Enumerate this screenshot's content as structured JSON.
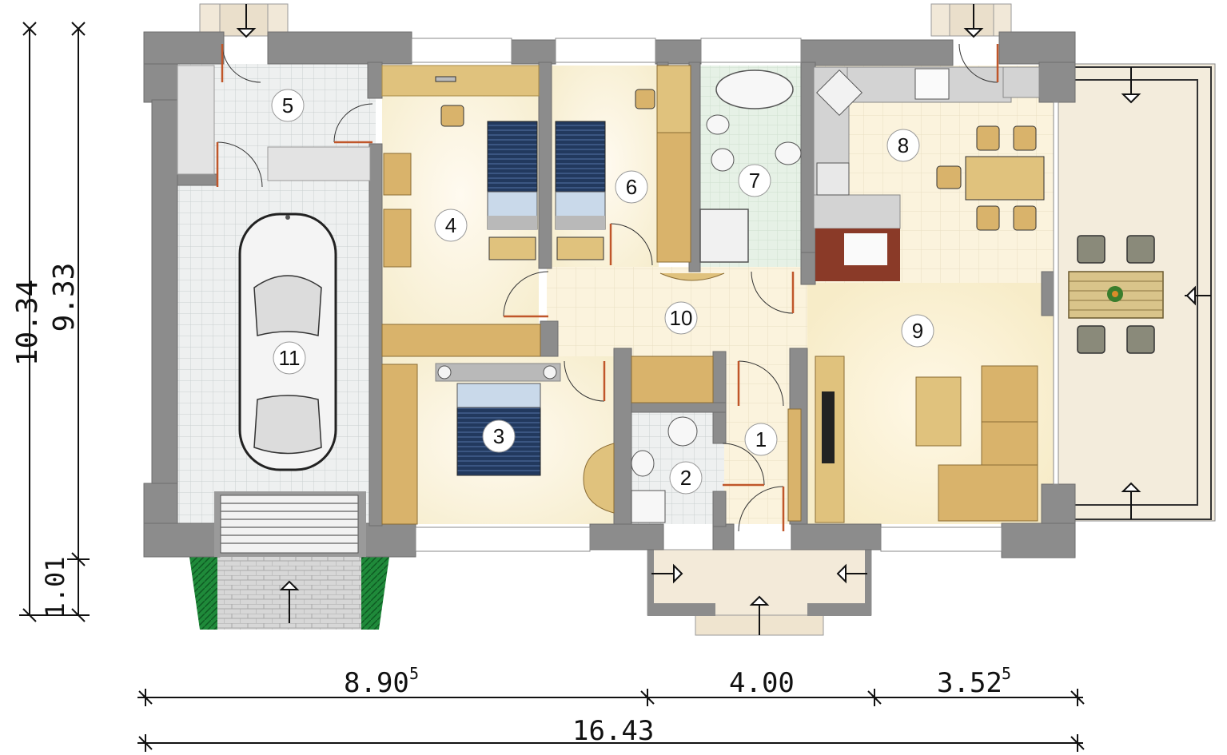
{
  "rooms": [
    {
      "id": "1",
      "label": "1"
    },
    {
      "id": "2",
      "label": "2"
    },
    {
      "id": "3",
      "label": "3"
    },
    {
      "id": "4",
      "label": "4"
    },
    {
      "id": "5",
      "label": "5"
    },
    {
      "id": "6",
      "label": "6"
    },
    {
      "id": "7",
      "label": "7"
    },
    {
      "id": "8",
      "label": "8"
    },
    {
      "id": "9",
      "label": "9"
    },
    {
      "id": "10",
      "label": "10"
    },
    {
      "id": "11",
      "label": "11"
    }
  ],
  "dimensions": {
    "vertical_total": "10.34",
    "vertical_main": "9.33",
    "vertical_porch": "1.01",
    "horizontal_a": "8.90",
    "horizontal_a_sup": "5",
    "horizontal_b": "4.00",
    "horizontal_c": "3.52",
    "horizontal_c_sup": "5",
    "horizontal_total": "16.43"
  },
  "colors": {
    "wall": "#8c8c8c",
    "floor_tile": "#e9ecec",
    "floor_warm": "#fbf4dc",
    "floor_bath": "#e6f2e8",
    "furniture_wood": "#d9b36b",
    "bed_blue": "#22395e",
    "door_mark": "#c0562a",
    "grass_green": "#1f8a3a"
  }
}
